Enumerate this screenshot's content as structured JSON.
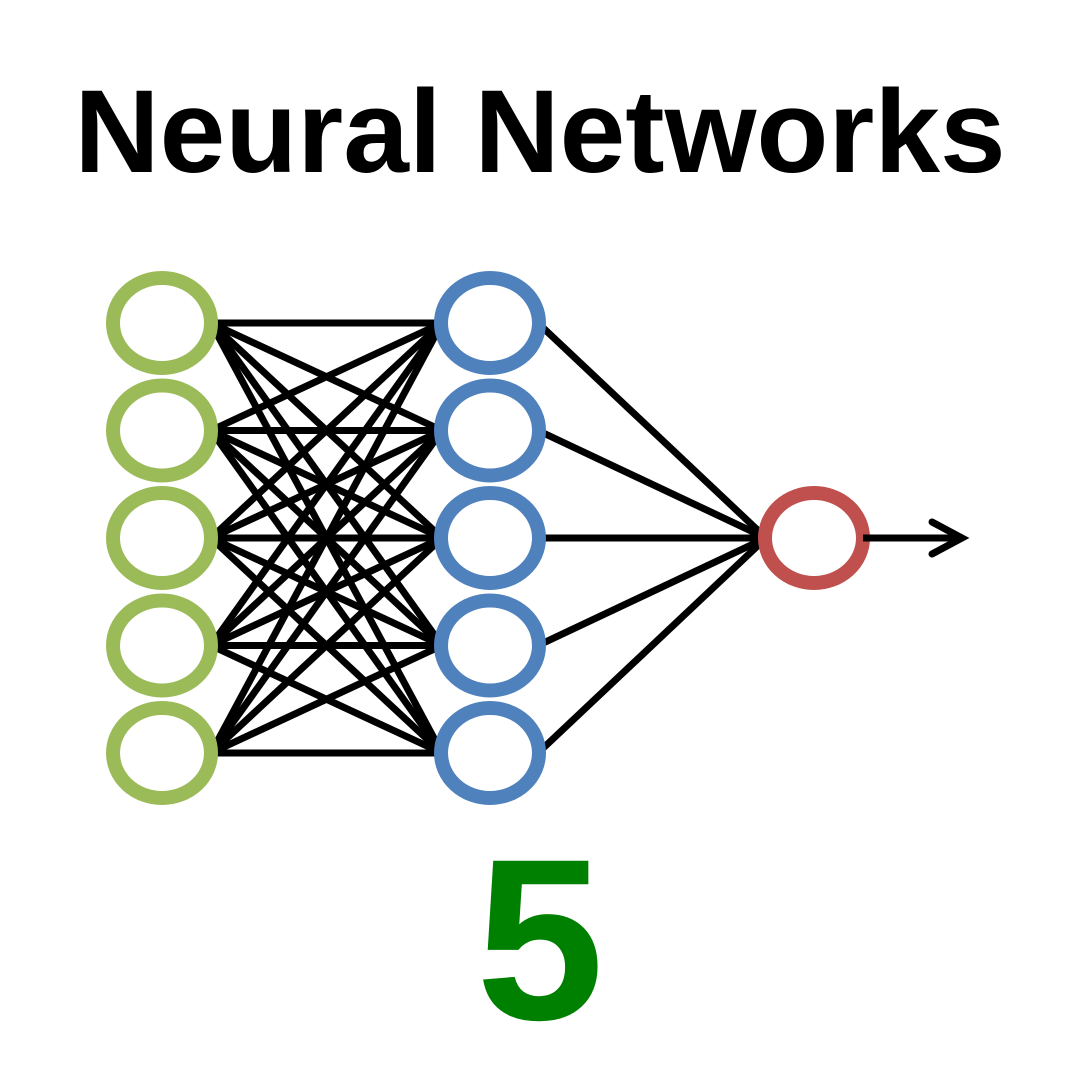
{
  "title": "Neural Networks",
  "badge": "5",
  "colors": {
    "input_node": "#9bbb59",
    "hidden_node": "#4f81bd",
    "output_node": "#c0504d",
    "edge": "#000000",
    "badge": "#008000"
  },
  "network": {
    "layers": [
      {
        "name": "input",
        "nodes": 5
      },
      {
        "name": "hidden",
        "nodes": 5
      },
      {
        "name": "output",
        "nodes": 1
      }
    ],
    "connectivity": "fully-connected",
    "output_arrow": true
  }
}
